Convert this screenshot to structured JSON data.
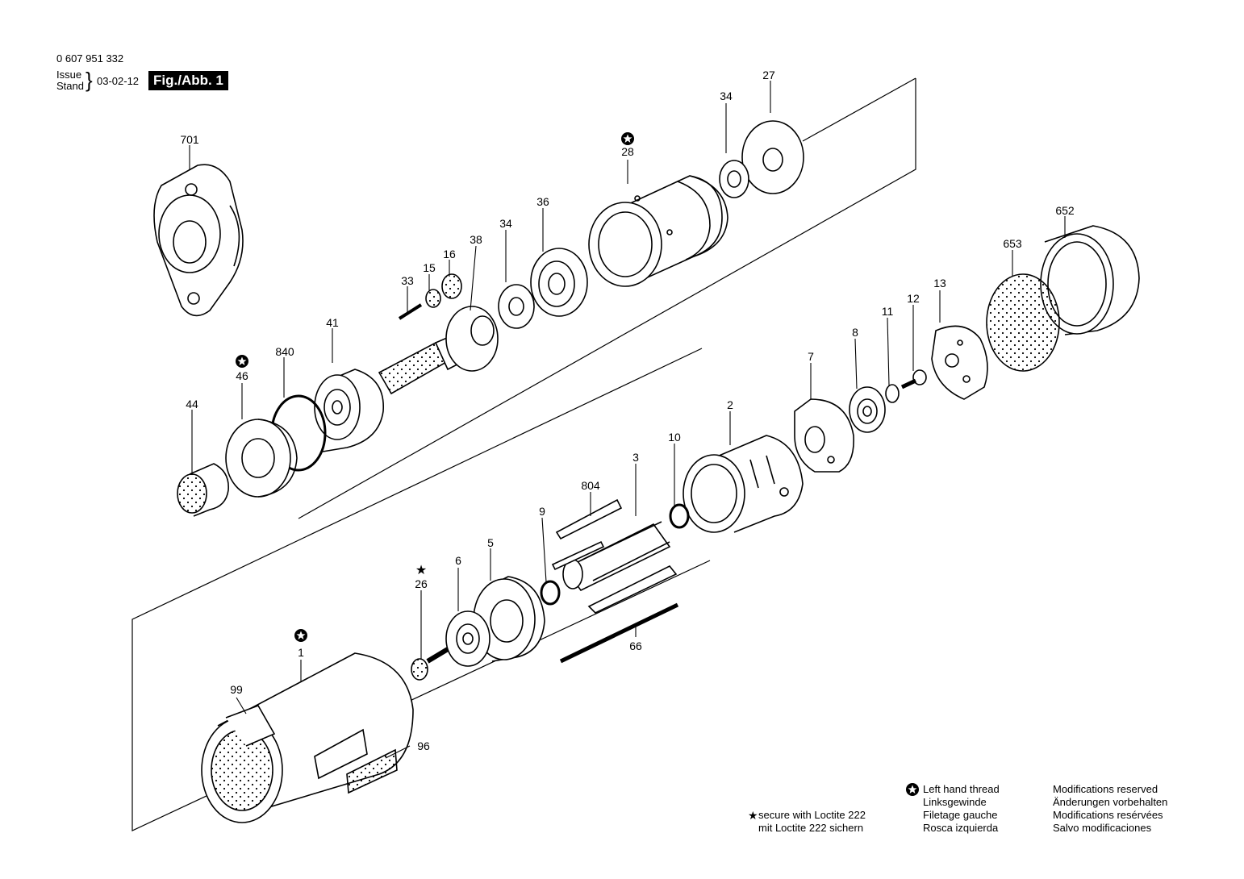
{
  "header": {
    "part_number": "0 607 951 332",
    "issue_label_en": "Issue",
    "issue_label_de": "Stand",
    "issue_date": "03-02-12",
    "figure_label": "Fig./Abb. 1"
  },
  "callouts": {
    "701": "701",
    "27": "27",
    "34a": "34",
    "28": "28",
    "36": "36",
    "34b": "34",
    "38": "38",
    "16": "16",
    "15": "15",
    "33": "33",
    "41": "41",
    "840": "840",
    "46": "46",
    "44": "44",
    "652": "652",
    "653": "653",
    "13": "13",
    "12": "12",
    "11": "11",
    "8": "8",
    "7": "7",
    "2": "2",
    "10": "10",
    "3": "3",
    "804": "804",
    "9": "9",
    "5": "5",
    "6": "6",
    "26": "26",
    "66": "66",
    "1": "1",
    "99": "99",
    "96": "96"
  },
  "notes": {
    "loctite_en": "secure with Loctite 222",
    "loctite_de": "mit Loctite 222 sichern",
    "left_hand_thread": [
      "Left hand thread",
      "Linksgewinde",
      "Filetage gauche",
      "Rosca izquierda"
    ],
    "modifications": [
      "Modifications reserved",
      "Änderungen vorbehalten",
      "Modifications resérvées",
      "Salvo modificaciones"
    ]
  }
}
